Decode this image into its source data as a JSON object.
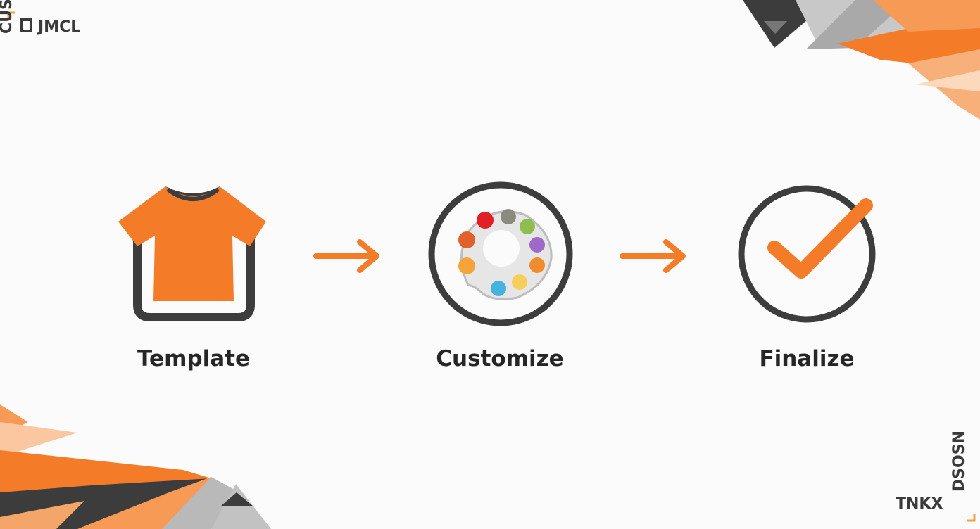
{
  "brand": {
    "top_text": "JMCL",
    "top_vertical": "CUSO",
    "bottom_text": "TNKX",
    "bottom_vertical": "DSOSN"
  },
  "steps": [
    {
      "label": "Template",
      "icon": "tshirt-icon"
    },
    {
      "label": "Customize",
      "icon": "palette-icon"
    },
    {
      "label": "Finalize",
      "icon": "check-circle-icon"
    }
  ],
  "colors": {
    "accent": "#f47c28",
    "dark": "#3d3d3d",
    "background": "#fbfbfb"
  }
}
